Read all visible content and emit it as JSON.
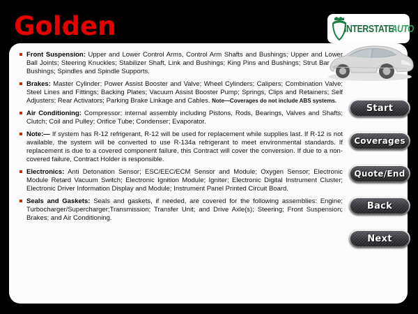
{
  "page": {
    "title": "Golden"
  },
  "logo": {
    "brand_primary": "INTERSTATE",
    "brand_secondary": "AUTO"
  },
  "bullets": [
    {
      "header": "Front Suspension:",
      "body": "Upper and Lower Control Arms, Control Arm Shafts and Bushings; Upper and Lower Ball Joints; Steering Knuckles; Stabilizer Shaft, Link and Bushings; King Pins and Bushings; Strut Bar and Bushings; Spindles and Spindle Supports."
    },
    {
      "header": "Brakes:",
      "body": "Master Cylinder; Power Assist Booster and Valve; Wheel Cylinders; Calipers; Combination Valve; Steel Lines and Fittings; Backing Plates; Vacuum Assist Booster Pump; Springs, Clips and Retainers; Self Adjusters; Rear Activators; Parking Brake Linkage and Cables.",
      "note": "Note—Coverages do not include ABS systems."
    },
    {
      "header": "Air Conditioning:",
      "body": "Compressor; internal assembly including Pistons, Rods, Bearings, Valves and Shafts; Clutch; Coil and Pulley; Orifice Tube; Condenser; Evaporator."
    },
    {
      "header": "Note:—",
      "body": "If system has R-12 refrigerant, R-12 will be used for replacement while supplies last. If R-12 is not available, the system will be converted to use R-134a refrigerant to meet environmental standards. If replacement is due to a covered component failure, this Contract will cover the conversion. If due to a non-covered failure, Contract Holder is responsible."
    },
    {
      "header": "Electronics:",
      "body": "Anti Detonation Sensor; ESC/EEC/ECM Sensor and Module; Oxygen Sensor; Electronic Module Retard Vacuum Switch; Electronic Ignition Module; Igniter; Electronic Digital Instrument Cluster; Electronic Driver Information Display and Module; Instrument Panel Printed Circuit Board."
    },
    {
      "header": "Seals and Gaskets:",
      "body": "Seals and gaskets, if needed, are covered for the following assemblies: Engine; Turbocharger/Supercharger;Transmission; Transfer Unit; and Drive Axle(s); Steering; Front Suspension; Brakes; and Air Conditioning."
    }
  ],
  "buttons": [
    {
      "label": "Start"
    },
    {
      "label": "Coverages"
    },
    {
      "label": "Quote/End"
    },
    {
      "label": "Back"
    },
    {
      "label": "Next"
    }
  ],
  "colors": {
    "title_red": "#e80000",
    "bullet_marker_red": "#cc2a00",
    "logo_green_dark": "#1c6b3c",
    "logo_green_light": "#2f9e57",
    "card_white": "#fcfcfc",
    "background_black": "#000000"
  }
}
